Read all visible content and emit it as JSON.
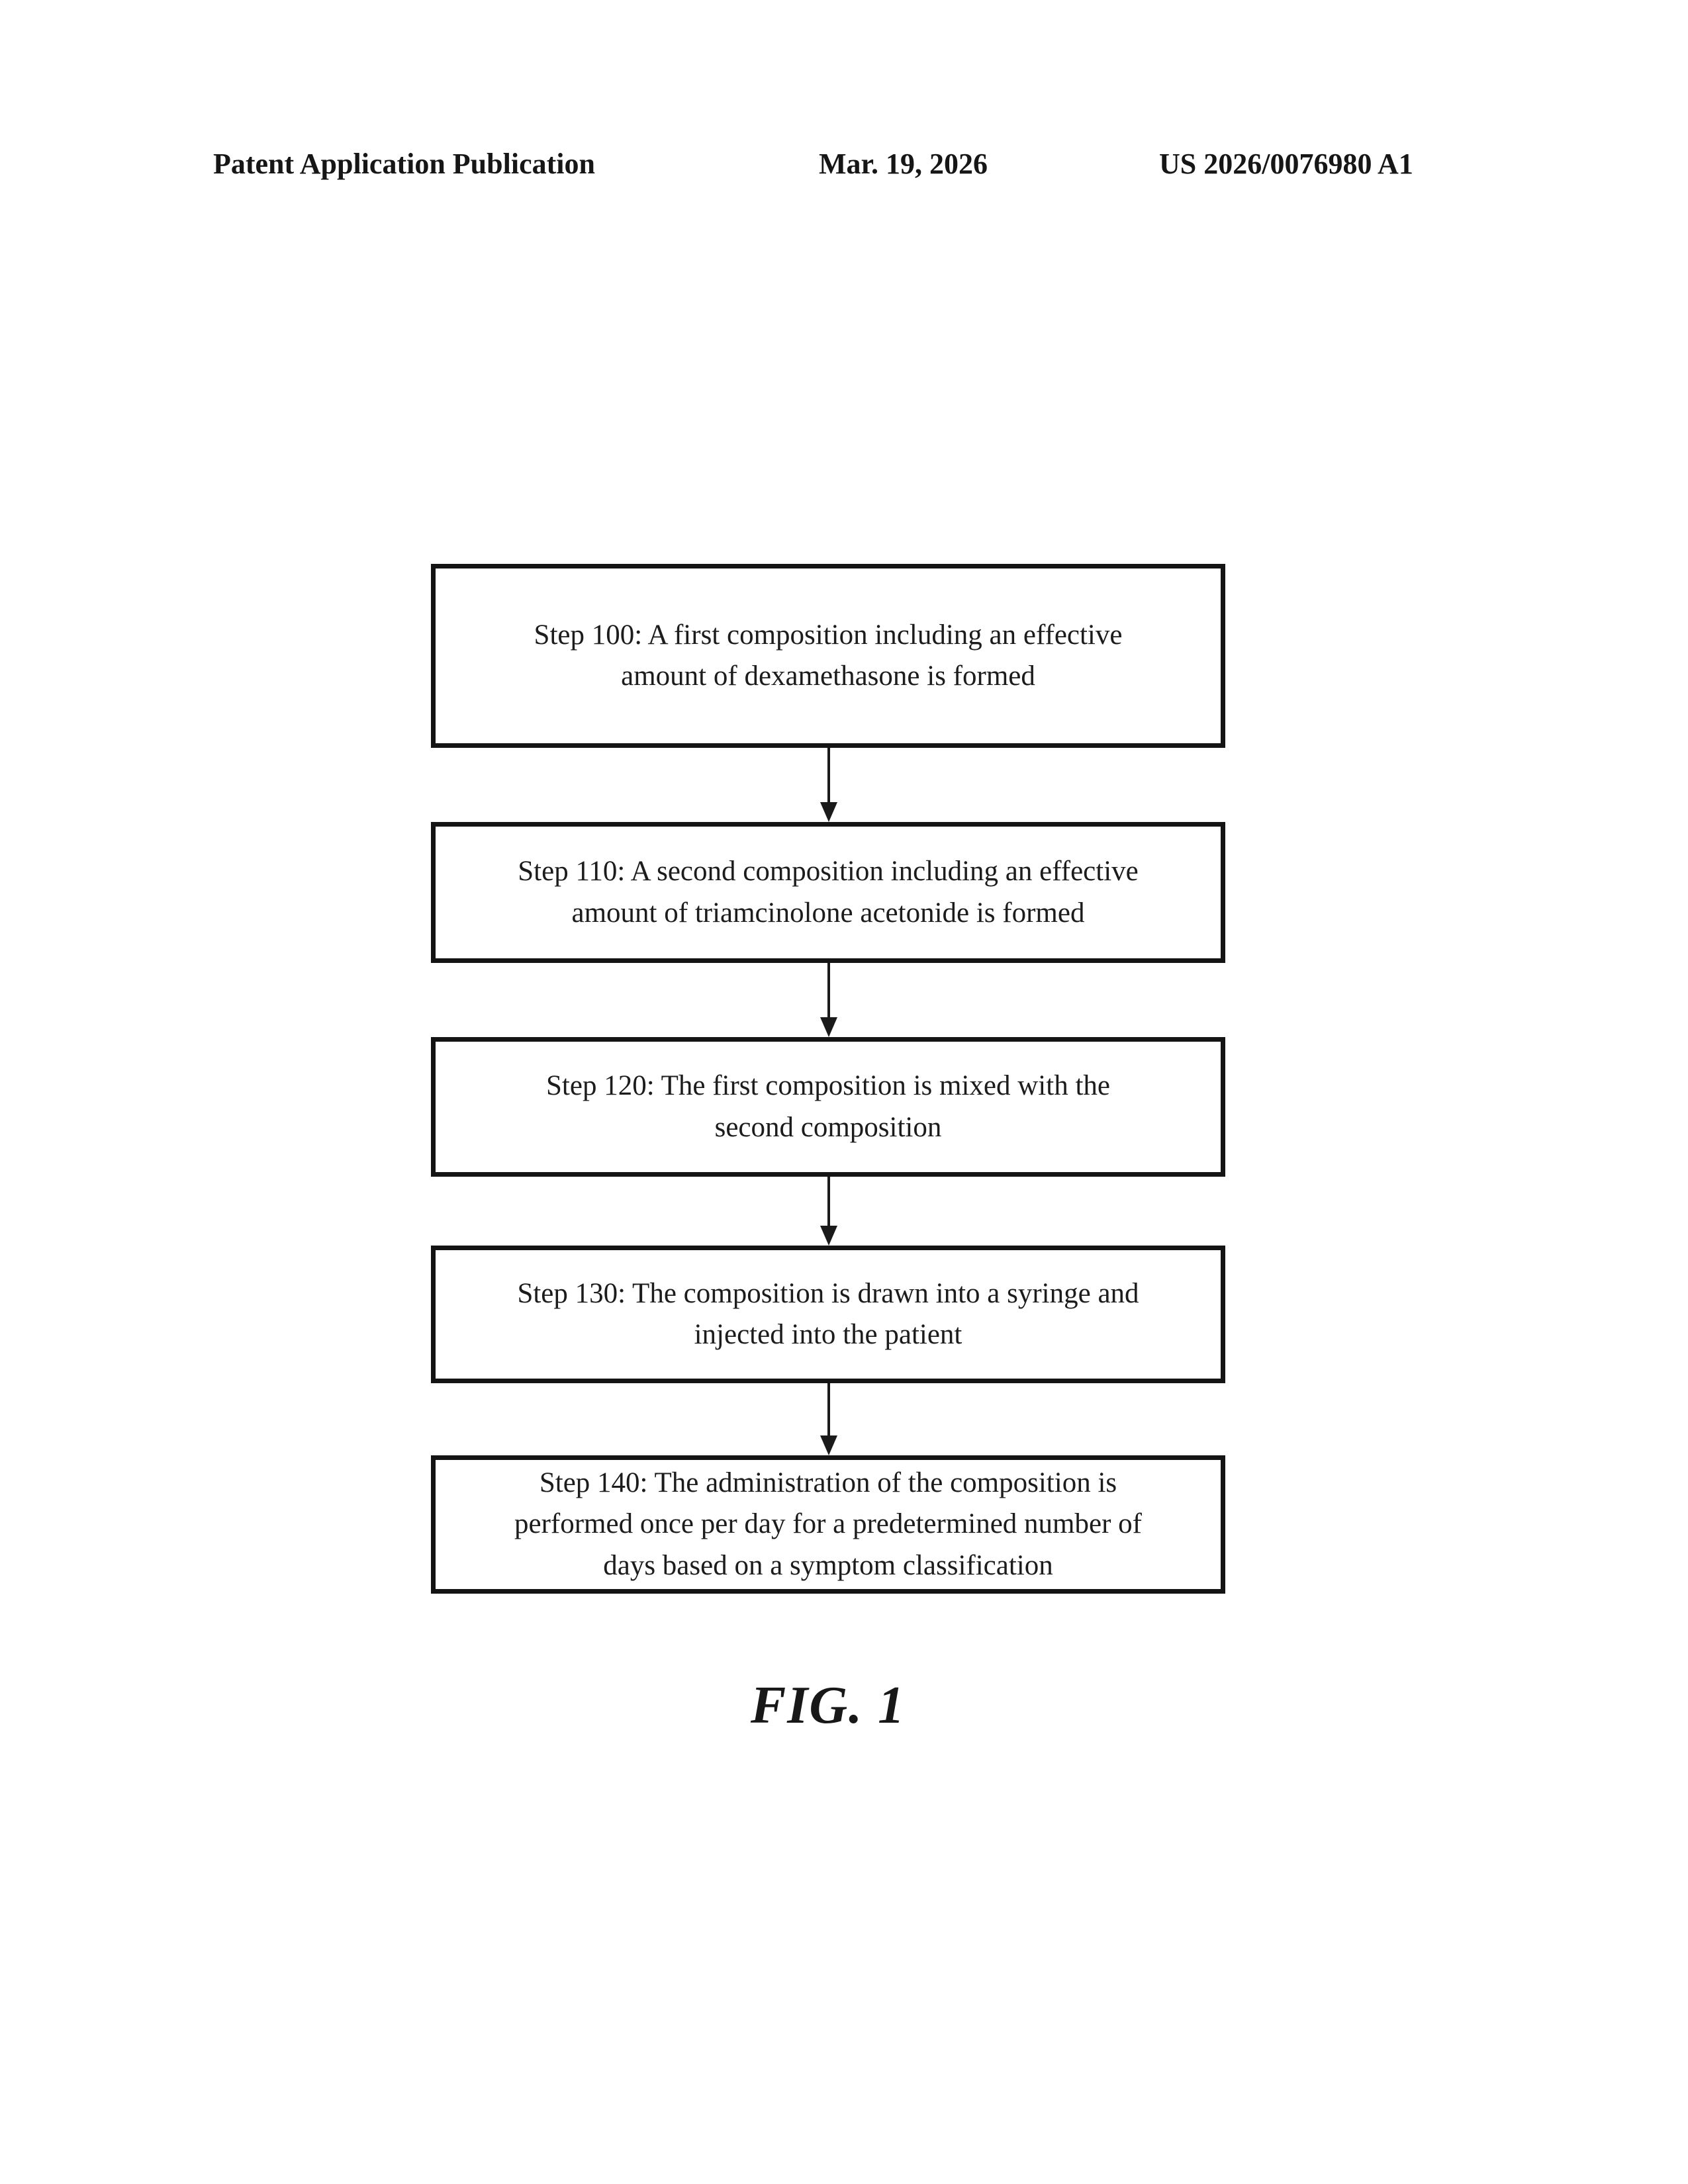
{
  "header": {
    "left": "Patent Application Publication",
    "center": "Mar. 19, 2026",
    "right": "US 2026/0076980 A1"
  },
  "flowchart": {
    "steps": [
      {
        "id": "100",
        "text": "Step 100: A first composition including an effective\namount of dexamethasone is formed"
      },
      {
        "id": "110",
        "text": "Step 110: A second composition including an effective\namount of triamcinolone acetonide is formed"
      },
      {
        "id": "120",
        "text": "Step 120: The first composition is mixed with the\nsecond composition"
      },
      {
        "id": "130",
        "text": "Step 130: The composition is drawn into a syringe and\ninjected into the patient"
      },
      {
        "id": "140",
        "text": "Step 140: The administration of the composition is\nperformed once per day for a predetermined number of\ndays based on a symptom classification"
      }
    ]
  },
  "figure": {
    "caption": "FIG. 1"
  },
  "colors": {
    "ink": "#1a1a1a",
    "background": "#ffffff"
  }
}
